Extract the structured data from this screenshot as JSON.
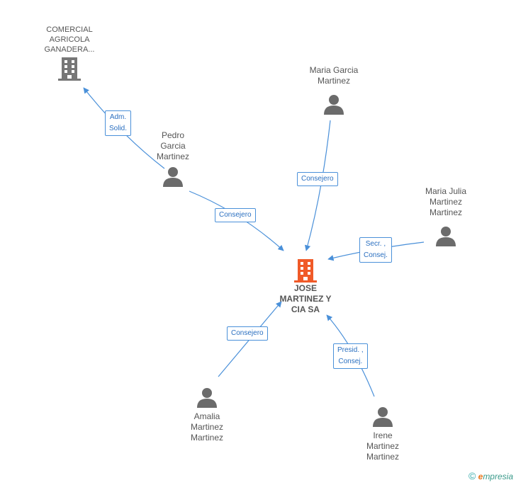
{
  "nodes": {
    "center": {
      "label": "JOSE\nMARTINEZ Y\nCIA SA",
      "icon": "building-icon",
      "color": "#f05a28"
    },
    "comercial": {
      "label": "COMERCIAL\nAGRICOLA\nGANADERA...",
      "icon": "building-icon",
      "color": "#777777"
    },
    "pedro": {
      "label": "Pedro\nGarcia\nMartinez",
      "icon": "person-icon"
    },
    "maria_garcia": {
      "label": "Maria Garcia\nMartinez",
      "icon": "person-icon"
    },
    "maria_julia": {
      "label": "Maria Julia\nMartinez\nMartinez",
      "icon": "person-icon"
    },
    "amalia": {
      "label": "Amalia\nMartinez\nMartinez",
      "icon": "person-icon"
    },
    "irene": {
      "label": "Irene\nMartinez\nMartinez",
      "icon": "person-icon"
    }
  },
  "edges": {
    "pedro_comercial": "Adm.\nSolid.",
    "pedro_center": "Consejero",
    "maria_garcia_center": "Consejero",
    "maria_julia_center": "Secr. ,\nConsej.",
    "amalia_center": "Consejero",
    "irene_center": "Presid. ,\nConsej."
  },
  "colors": {
    "edge": "#4a90d9",
    "person": "#6b6b6b"
  },
  "footer": {
    "copyright": "©",
    "brand_initial": "e",
    "brand_rest": "mpresia"
  }
}
